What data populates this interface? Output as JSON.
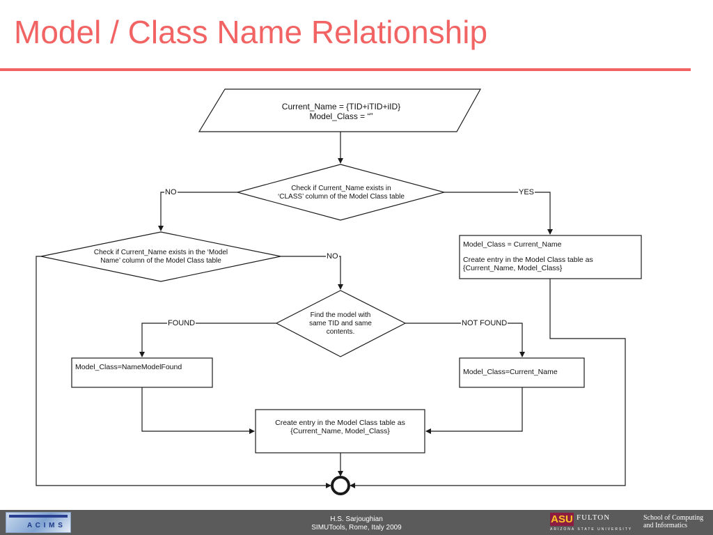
{
  "slide": {
    "title": "Model / Class Name Relationship"
  },
  "colors": {
    "title": "#f26363",
    "rule": "#f26363",
    "footer_bg": "#5b5b5b",
    "line": "#1a1a1a"
  },
  "flowchart": {
    "nodes": {
      "start": {
        "shape": "parallelogram",
        "lines": [
          "Current_Name = {TID+iTID+iID}",
          "Model_Class = “”"
        ]
      },
      "check_class": {
        "shape": "diamond",
        "lines": [
          "Check if Current_Name exists in",
          "‘CLASS’ column of the Model Class table"
        ]
      },
      "check_model_name": {
        "shape": "diamond",
        "lines": [
          "Check if Current_Name exists in the ‘Model",
          "Name’ column of the Model Class table"
        ]
      },
      "set_current": {
        "shape": "rectangle",
        "lines": [
          "Model_Class = Current_Name",
          "",
          "Create entry in the Model Class table as",
          "{Current_Name, Model_Class}"
        ]
      },
      "find_model": {
        "shape": "diamond",
        "lines": [
          "Find the model with",
          "same TID and same",
          "contents."
        ]
      },
      "found_box": {
        "shape": "rectangle",
        "lines": [
          "Model_Class=NameModelFound"
        ]
      },
      "notfound_box": {
        "shape": "rectangle",
        "lines": [
          "Model_Class=Current_Name"
        ]
      },
      "create_entry": {
        "shape": "rectangle",
        "lines": [
          "Create entry in the Model Class table as",
          "{Current_Name, Model_Class}"
        ]
      },
      "end": {
        "shape": "terminal-circle"
      }
    },
    "edge_labels": {
      "no_1": "NO",
      "yes": "YES",
      "no_2": "NO",
      "found": "FOUND",
      "not_found": "NOT FOUND"
    }
  },
  "footer": {
    "line1": "H.S. Sarjoughian",
    "line2": "SIMUTools, Rome, Italy 2009",
    "left_logo": {
      "name": "acims-logo",
      "word": "A C I M S"
    },
    "right_logo": {
      "name": "asu-fulton-logo",
      "mark": "ASU",
      "fulton": "FULTON",
      "sub": "ARIZONA STATE UNIVERSITY"
    },
    "school_line1": "School of Computing",
    "school_line2": "and Informatics"
  }
}
